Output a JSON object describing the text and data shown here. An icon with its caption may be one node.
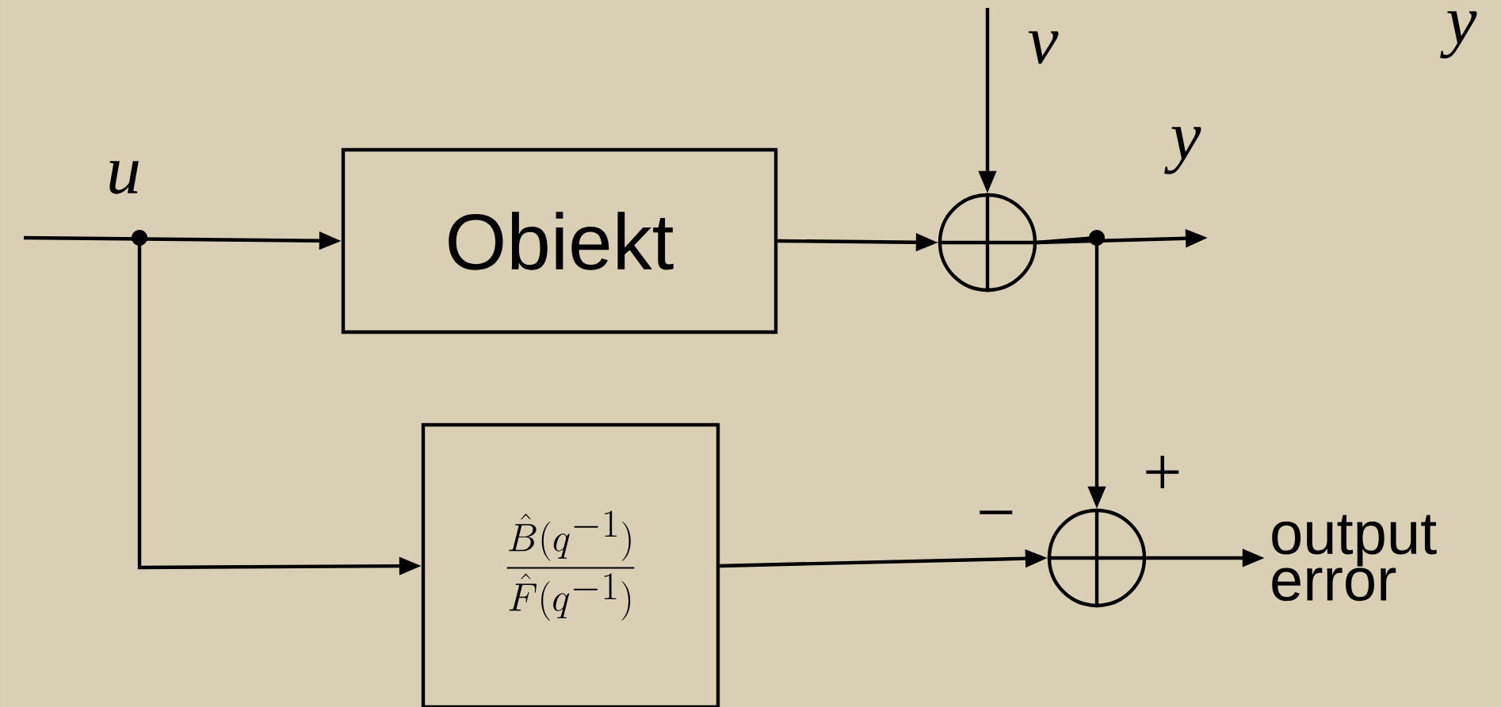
{
  "diagram": {
    "nodes": [
      {
        "text": [
          "Obiekt"
        ]
      },
      {
        "text": [
          "\\frac{\\hat{B}(q^{-1})}{\\hat{F}(q^{-1})}"
        ]
      },
      {
        "text": [],
        "shape": "circle"
      },
      {
        "text": [],
        "shape": "circle"
      },
      {
        "text": [
          "output error"
        ]
      }
    ],
    "edges": [
      {
        "from": null,
        "to": 0,
        "arrow": "to",
        "label": "u"
      },
      {
        "from": null,
        "to": 1,
        "arrow": "to"
      },
      {
        "from": 0,
        "to": 2,
        "arrow": "to"
      },
      {
        "from": null,
        "to": 2,
        "arrow": "to",
        "label": "v"
      },
      {
        "from": 2,
        "to": null,
        "arrow": "to",
        "label": "y"
      },
      {
        "from": 2,
        "to": 3,
        "arrow": "to",
        "label": "+"
      },
      {
        "from": 1,
        "to": 3,
        "arrow": "to",
        "label": "−"
      },
      {
        "from": 3,
        "to": 4,
        "arrow": "to"
      }
    ],
    "labels": [
      "y"
    ]
  }
}
